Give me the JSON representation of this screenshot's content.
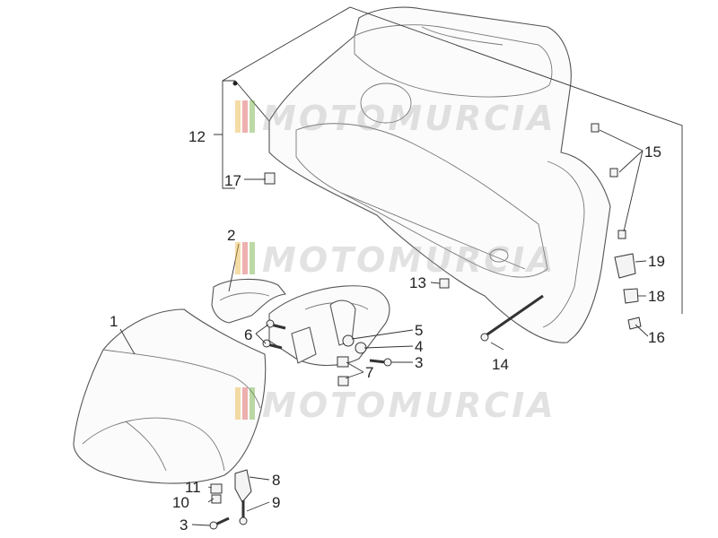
{
  "watermark": {
    "text": "MOTOMURCIA",
    "stripe_colors": [
      "#e8b23a",
      "#d9534f",
      "#6aaa3a"
    ]
  },
  "callouts": [
    {
      "id": "c1",
      "label": "1"
    },
    {
      "id": "c2",
      "label": "2"
    },
    {
      "id": "c3a",
      "label": "3"
    },
    {
      "id": "c3b",
      "label": "3"
    },
    {
      "id": "c4",
      "label": "4"
    },
    {
      "id": "c5",
      "label": "5"
    },
    {
      "id": "c6",
      "label": "6"
    },
    {
      "id": "c7",
      "label": "7"
    },
    {
      "id": "c8",
      "label": "8"
    },
    {
      "id": "c9",
      "label": "9"
    },
    {
      "id": "c10",
      "label": "10"
    },
    {
      "id": "c11",
      "label": "11"
    },
    {
      "id": "c12",
      "label": "12"
    },
    {
      "id": "c13",
      "label": "13"
    },
    {
      "id": "c14",
      "label": "14"
    },
    {
      "id": "c15",
      "label": "15"
    },
    {
      "id": "c16",
      "label": "16"
    },
    {
      "id": "c17",
      "label": "17"
    },
    {
      "id": "c18",
      "label": "18"
    },
    {
      "id": "c19",
      "label": "19"
    }
  ]
}
